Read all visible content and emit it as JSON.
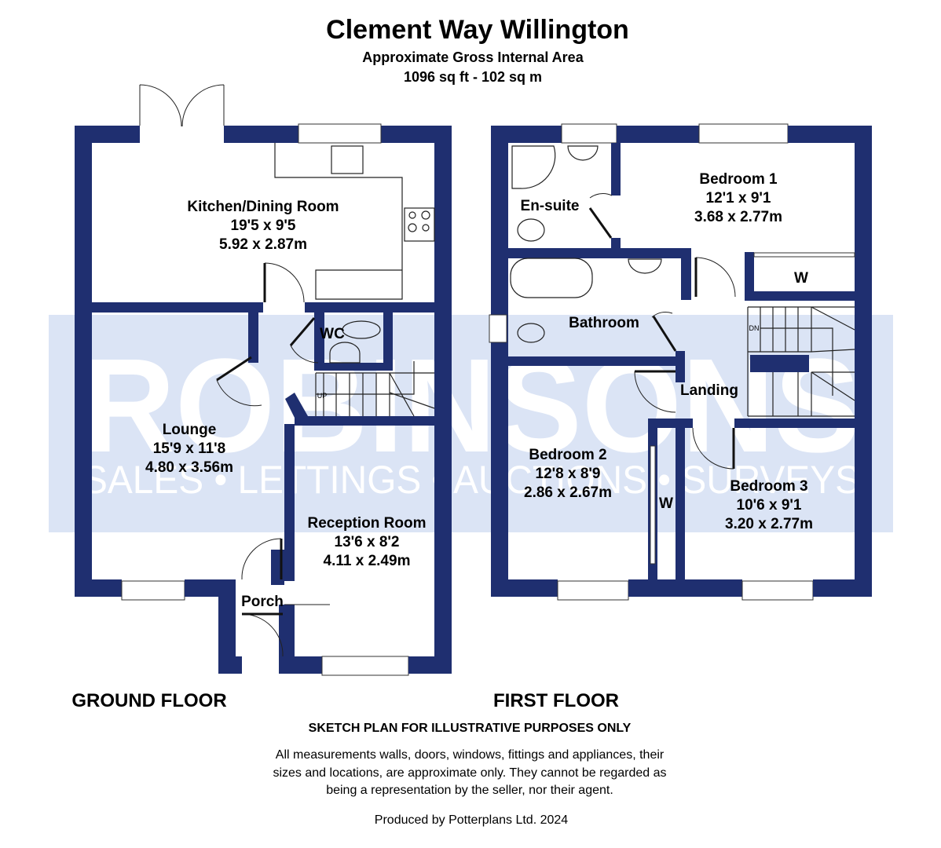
{
  "header": {
    "title": "Clement Way Willington",
    "subtitle": "Approximate Gross Internal Area",
    "area": "1096 sq ft - 102 sq m"
  },
  "watermark": {
    "brand": "ROBINSONS",
    "tagline": "SALES • LETTINGS • AUCTIONS • SURVEYS",
    "band_color": "#dbe4f5"
  },
  "colors": {
    "walls": "#1f2f70"
  },
  "ground_floor": {
    "label": "GROUND FLOOR",
    "rooms": [
      {
        "name": "Kitchen/Dining Room",
        "imperial": "19'5 x 9'5",
        "metric": "5.92 x 2.87m"
      },
      {
        "name": "Lounge",
        "imperial": "15'9 x 11'8",
        "metric": "4.80 x 3.56m"
      },
      {
        "name": "Reception Room",
        "imperial": "13'6 x 8'2",
        "metric": "4.11 x 2.49m"
      },
      {
        "name": "Porch"
      },
      {
        "name": "WC"
      }
    ],
    "stairs_label": "UP"
  },
  "first_floor": {
    "label": "FIRST FLOOR",
    "rooms": [
      {
        "name": "Bedroom 1",
        "imperial": "12'1 x 9'1",
        "metric": "3.68 x 2.77m"
      },
      {
        "name": "En-suite"
      },
      {
        "name": "W"
      },
      {
        "name": "Bathroom"
      },
      {
        "name": "Landing"
      },
      {
        "name": "Bedroom 2",
        "imperial": "12'8 x 8'9",
        "metric": "2.86 x 2.67m"
      },
      {
        "name": "W"
      },
      {
        "name": "Bedroom 3",
        "imperial": "10'6 x 9'1",
        "metric": "3.20 x 2.77m"
      }
    ],
    "stairs_label": "DN"
  },
  "footer": {
    "notice": "SKETCH PLAN FOR ILLUSTRATIVE PURPOSES ONLY",
    "disclaimer": [
      "All measurements walls, doors, windows, fittings and appliances, their",
      "sizes and locations, are approximate only. They cannot be regarded as",
      "being a representation by the seller, nor their agent."
    ],
    "credit": "Produced by Potterplans Ltd. 2024"
  }
}
